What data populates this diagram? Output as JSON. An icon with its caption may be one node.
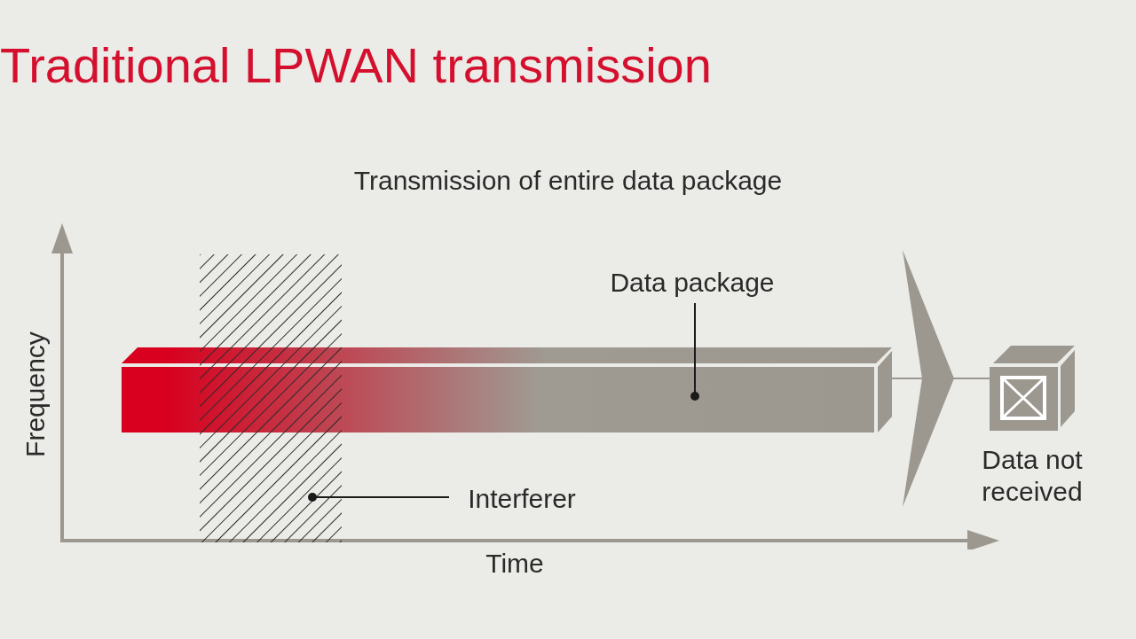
{
  "diagram": {
    "title": "Traditional LPWAN transmission",
    "nodes": [
      {
        "text": [
          "Data package"
        ]
      },
      {
        "text": [],
        "shape": "bar"
      },
      {
        "text": [
          "Interferer"
        ]
      },
      {
        "text": [],
        "shape": "box"
      },
      {
        "text": [],
        "shape": "box",
        "beside": [
          "Data not received"
        ]
      }
    ],
    "edges": [
      {
        "from": 0,
        "to": 1,
        "arrow": "other"
      },
      {
        "from": 2,
        "to": 3,
        "arrow": "other"
      },
      {
        "from": 1,
        "to": 4,
        "arrow": "to",
        "color": "#9c9890"
      }
    ],
    "labels": [
      "Transmission of entire data package",
      "Frequency",
      "Time"
    ]
  }
}
